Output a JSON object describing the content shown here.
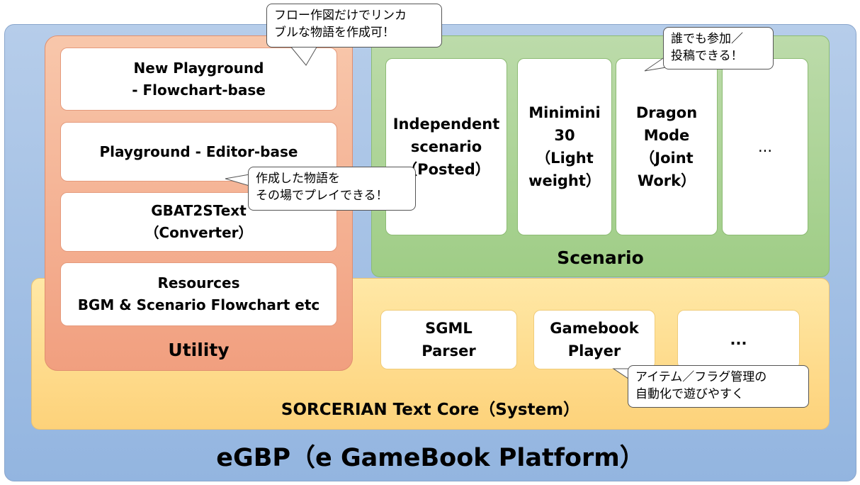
{
  "platform": {
    "title": "eGBP（e GameBook Platform）"
  },
  "core": {
    "title": "SORCERIAN Text Core（System）",
    "items": [
      "SGML\nParser",
      "Gamebook\nPlayer",
      "..."
    ]
  },
  "scenario": {
    "title": "Scenario",
    "items": [
      "Independent\nscenario\n（Posted）",
      "Minimini\n30\n（Light\nweight）",
      "Dragon\nMode\n（Joint\nWork）",
      "..."
    ]
  },
  "utility": {
    "title": "Utility",
    "items": [
      "New Playground\n- Flowchart-base",
      "Playground - Editor-base",
      "GBAT2SText\n（Converter）",
      "Resources\nBGM & Scenario Flowchart etc"
    ]
  },
  "callouts": {
    "flowchart": "フロー作図だけでリンカ\nブルな物語を作成可！",
    "post": "誰でも参加／\n投稿できる！",
    "editor": "作成した物語を\nその場でプレイできる！",
    "player": "アイテム／フラグ管理の\n自動化で遊びやすく"
  },
  "colors": {
    "platform": "#a6c2e6",
    "core": "#fedd90",
    "scenario": "#add494",
    "utility": "#f4b396"
  }
}
